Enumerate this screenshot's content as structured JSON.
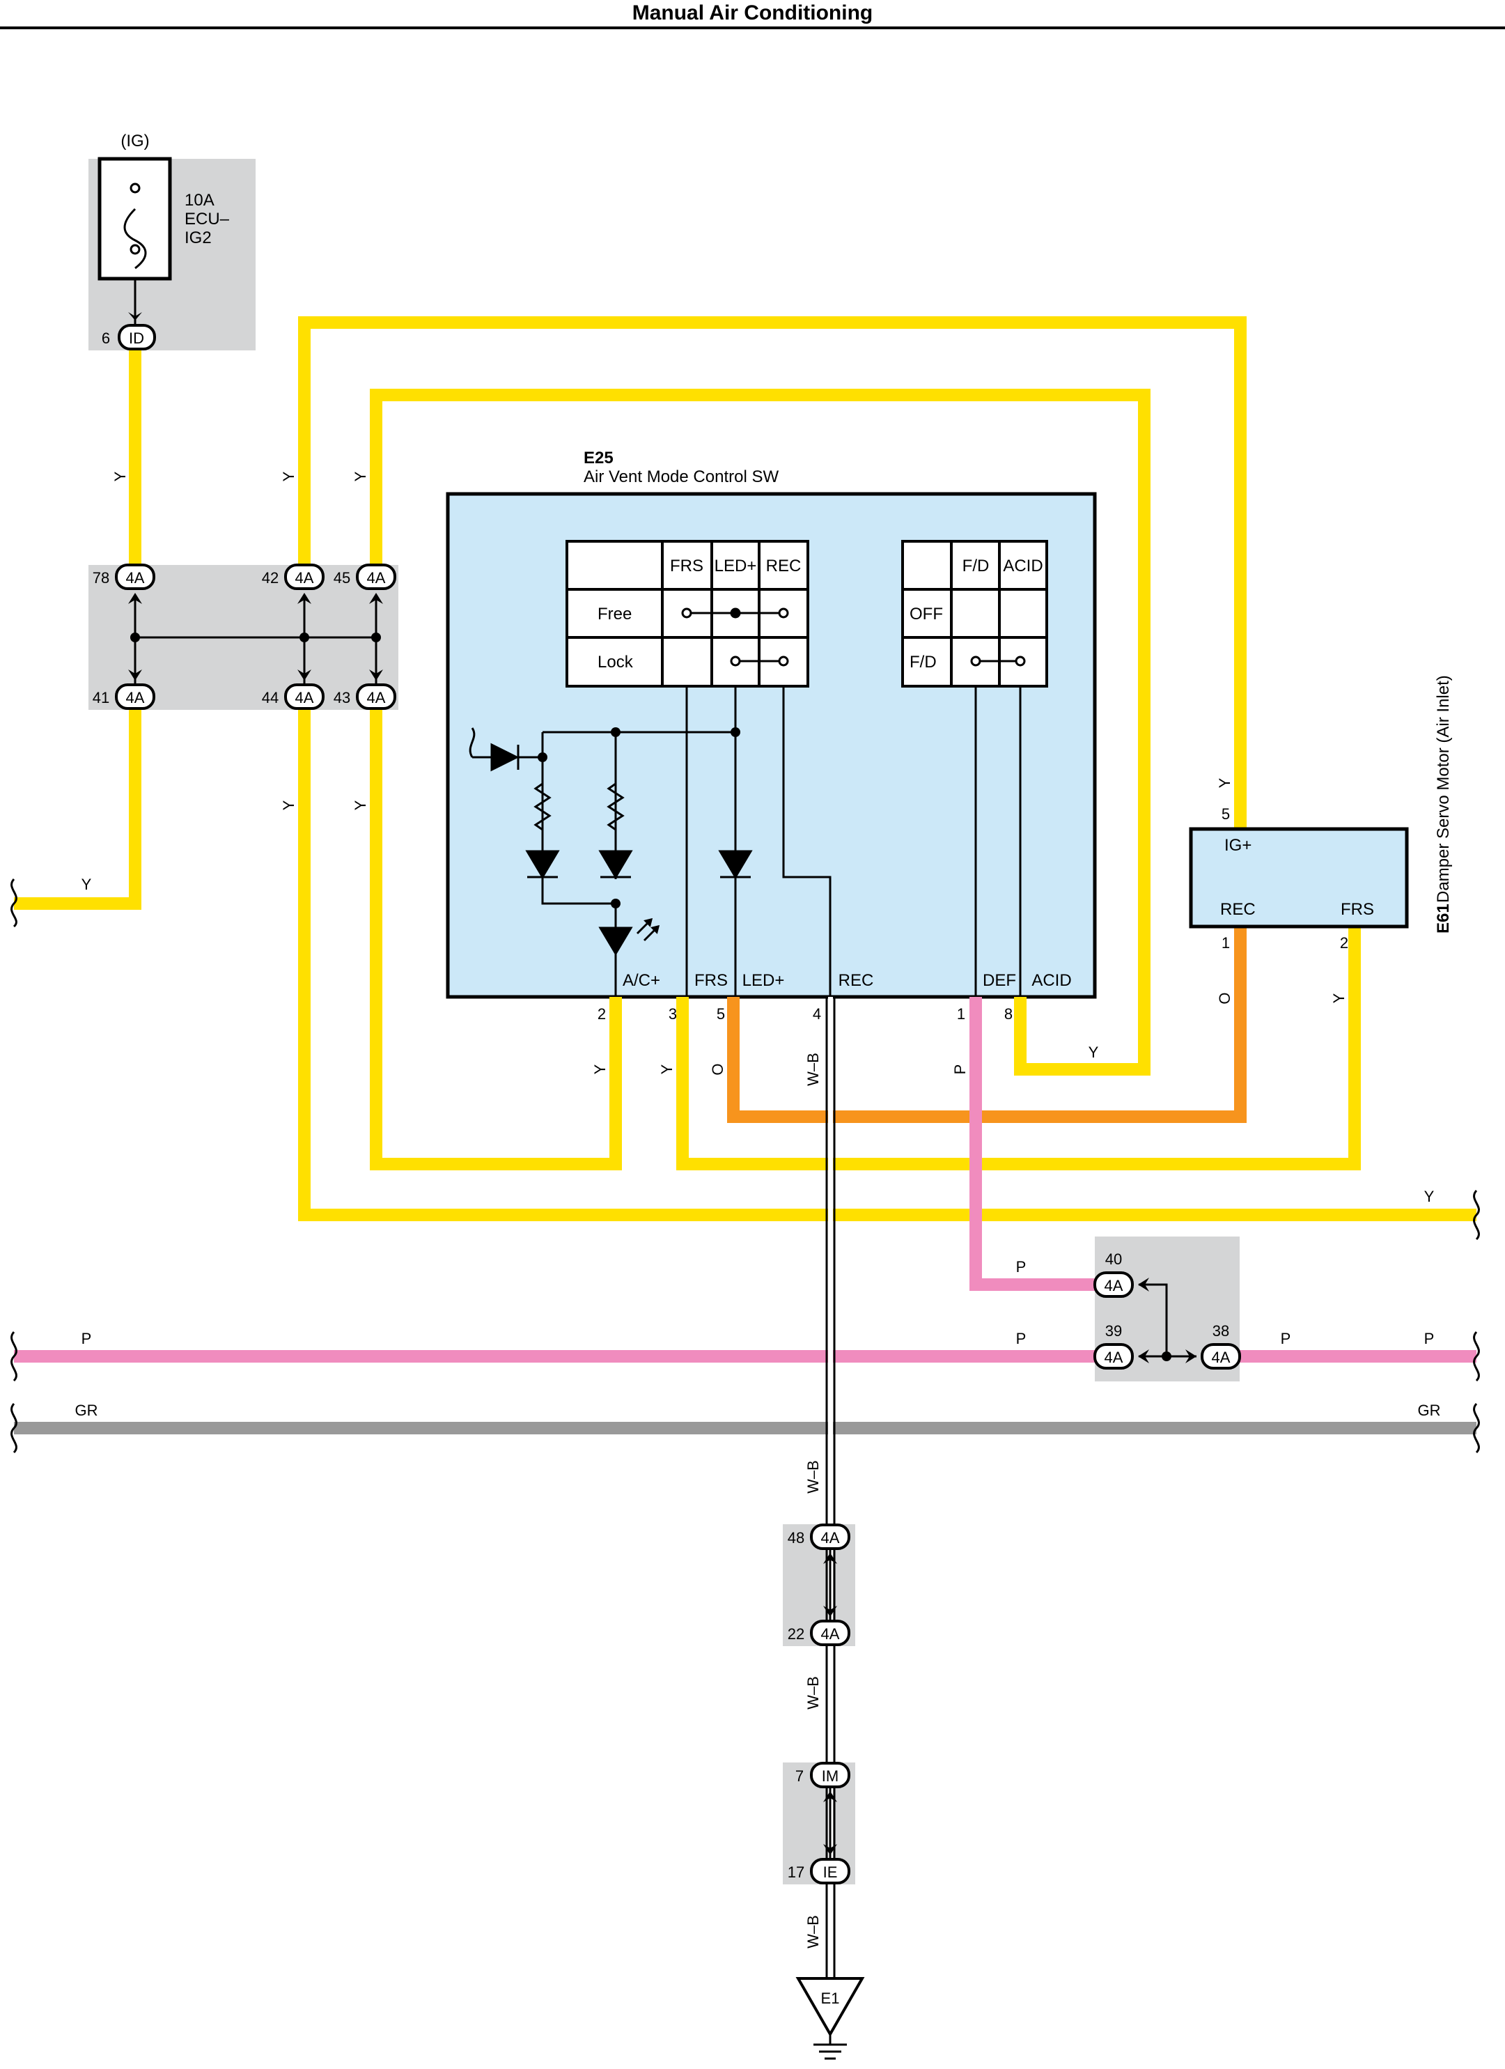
{
  "title": "Manual Air Conditioning",
  "fuse": {
    "source": "(IG)",
    "rating": "10A",
    "name_line1": "ECU–",
    "name_line2": "IG2",
    "connector": "ID",
    "pin": "6"
  },
  "junction_4a_top": {
    "connector": "4A",
    "pins_top": [
      "78",
      "42",
      "45"
    ],
    "pins_bottom": [
      "41",
      "44",
      "43"
    ]
  },
  "e25": {
    "id": "E25",
    "name": "Air Vent Mode Control SW",
    "table_left": {
      "headers": [
        "FRS",
        "LED+",
        "REC"
      ],
      "rows": [
        "Free",
        "Lock"
      ]
    },
    "table_right": {
      "headers": [
        "F/D",
        "ACID"
      ],
      "rows": [
        "OFF",
        "F/D"
      ]
    },
    "terminals": [
      {
        "label": "A/C+",
        "pin": "2"
      },
      {
        "label": "FRS",
        "pin": "3"
      },
      {
        "label": "LED+",
        "pin": "5"
      },
      {
        "label": "REC",
        "pin": "4"
      },
      {
        "label": "DEF",
        "pin": "1"
      },
      {
        "label": "ACID",
        "pin": "8"
      }
    ]
  },
  "e61": {
    "id": "E61",
    "name": "Damper Servo Motor (Air Inlet)",
    "terminal_igp": "IG+",
    "terminal_rec": "REC",
    "terminal_frs": "FRS",
    "pin_igp": "5",
    "pin_rec": "1",
    "pin_frs": "2"
  },
  "junction_4a_pink": {
    "connector": "4A",
    "pins": [
      "40",
      "39",
      "38"
    ]
  },
  "junction_4a_wb": {
    "connector": "4A",
    "pins": [
      "48",
      "22"
    ]
  },
  "junction_im": {
    "connector_top": "IM",
    "connector_bottom": "IE",
    "pins": [
      "7",
      "17"
    ]
  },
  "ground": {
    "label": "E1"
  },
  "wire_colors": {
    "Y": "#FFE000",
    "P": "#F08CBE",
    "GR": "#999999",
    "O": "#F7941D",
    "W-B": "#000000"
  },
  "wire_labels": {
    "y": "Y",
    "p": "P",
    "gr": "GR",
    "o": "O",
    "wb": "W–B"
  }
}
